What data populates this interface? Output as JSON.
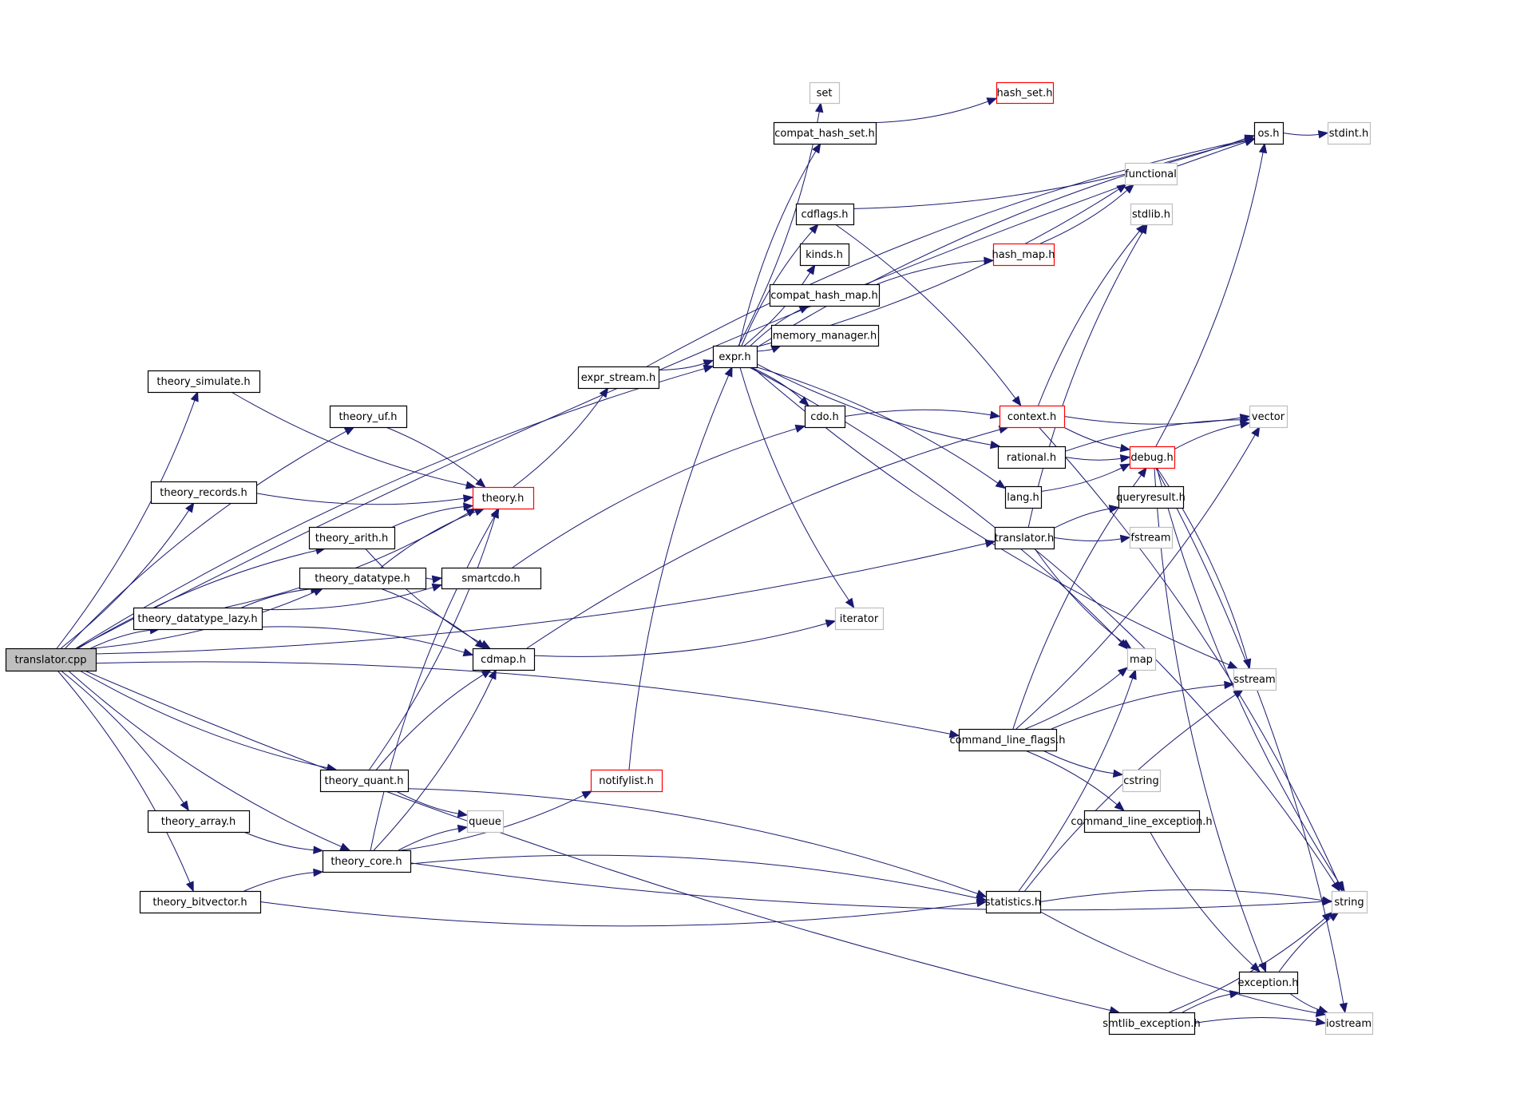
{
  "diagram": {
    "type": "include-dependency-graph",
    "root": "translator.cpp",
    "colors": {
      "edge": "#191970",
      "root_fill": "#bfbfbf",
      "root_border": "#000000",
      "documented_border": "#000000",
      "truncated_border": "#ff0000",
      "external_border": "#bfbfbf",
      "background": "#ffffff"
    },
    "nodes": [
      {
        "id": "translator_cpp",
        "label": "translator.cpp",
        "kind": "root"
      },
      {
        "id": "theory_simulate",
        "label": "theory_simulate.h",
        "kind": "documented"
      },
      {
        "id": "theory_uf",
        "label": "theory_uf.h",
        "kind": "documented"
      },
      {
        "id": "theory_records",
        "label": "theory_records.h",
        "kind": "documented"
      },
      {
        "id": "theory",
        "label": "theory.h",
        "kind": "truncated"
      },
      {
        "id": "theory_arith",
        "label": "theory_arith.h",
        "kind": "documented"
      },
      {
        "id": "theory_datatype",
        "label": "theory_datatype.h",
        "kind": "documented"
      },
      {
        "id": "smartcdo",
        "label": "smartcdo.h",
        "kind": "documented"
      },
      {
        "id": "theory_datatype_lazy",
        "label": "theory_datatype_lazy.h",
        "kind": "documented"
      },
      {
        "id": "cdmap",
        "label": "cdmap.h",
        "kind": "documented"
      },
      {
        "id": "theory_quant",
        "label": "theory_quant.h",
        "kind": "documented"
      },
      {
        "id": "theory_array",
        "label": "theory_array.h",
        "kind": "documented"
      },
      {
        "id": "theory_core",
        "label": "theory_core.h",
        "kind": "documented"
      },
      {
        "id": "queue",
        "label": "queue",
        "kind": "external"
      },
      {
        "id": "theory_bitvector",
        "label": "theory_bitvector.h",
        "kind": "documented"
      },
      {
        "id": "notifylist",
        "label": "notifylist.h",
        "kind": "truncated"
      },
      {
        "id": "expr_stream",
        "label": "expr_stream.h",
        "kind": "documented"
      },
      {
        "id": "expr",
        "label": "expr.h",
        "kind": "documented"
      },
      {
        "id": "set",
        "label": "set",
        "kind": "external"
      },
      {
        "id": "compat_hash_set",
        "label": "compat_hash_set.h",
        "kind": "documented"
      },
      {
        "id": "hash_set",
        "label": "hash_set.h",
        "kind": "truncated"
      },
      {
        "id": "cdflags",
        "label": "cdflags.h",
        "kind": "documented"
      },
      {
        "id": "kinds",
        "label": "kinds.h",
        "kind": "documented"
      },
      {
        "id": "compat_hash_map",
        "label": "compat_hash_map.h",
        "kind": "documented"
      },
      {
        "id": "memory_manager",
        "label": "memory_manager.h",
        "kind": "documented"
      },
      {
        "id": "hash_map",
        "label": "hash_map.h",
        "kind": "truncated"
      },
      {
        "id": "cdo",
        "label": "cdo.h",
        "kind": "documented"
      },
      {
        "id": "context",
        "label": "context.h",
        "kind": "truncated"
      },
      {
        "id": "rational",
        "label": "rational.h",
        "kind": "documented"
      },
      {
        "id": "lang",
        "label": "lang.h",
        "kind": "documented"
      },
      {
        "id": "translator_h",
        "label": "translator.h",
        "kind": "documented"
      },
      {
        "id": "debug",
        "label": "debug.h",
        "kind": "truncated"
      },
      {
        "id": "queryresult",
        "label": "queryresult.h",
        "kind": "documented"
      },
      {
        "id": "fstream",
        "label": "fstream",
        "kind": "external"
      },
      {
        "id": "functional",
        "label": "functional",
        "kind": "external"
      },
      {
        "id": "stdlib",
        "label": "stdlib.h",
        "kind": "external"
      },
      {
        "id": "os",
        "label": "os.h",
        "kind": "documented"
      },
      {
        "id": "stdint",
        "label": "stdint.h",
        "kind": "external"
      },
      {
        "id": "vector",
        "label": "vector",
        "kind": "external"
      },
      {
        "id": "iterator",
        "label": "iterator",
        "kind": "external"
      },
      {
        "id": "map",
        "label": "map",
        "kind": "external"
      },
      {
        "id": "sstream",
        "label": "sstream",
        "kind": "external"
      },
      {
        "id": "command_line_flags",
        "label": "command_line_flags.h",
        "kind": "documented"
      },
      {
        "id": "cstring",
        "label": "cstring",
        "kind": "external"
      },
      {
        "id": "command_line_exception",
        "label": "command_line_exception.h",
        "kind": "documented"
      },
      {
        "id": "statistics",
        "label": "statistics.h",
        "kind": "documented"
      },
      {
        "id": "string",
        "label": "string",
        "kind": "external"
      },
      {
        "id": "exception",
        "label": "exception.h",
        "kind": "documented"
      },
      {
        "id": "smtlib_exception",
        "label": "smtlib_exception.h",
        "kind": "documented"
      },
      {
        "id": "iostream",
        "label": "iostream",
        "kind": "external"
      }
    ],
    "edges": [
      [
        "translator_cpp",
        "expr"
      ],
      [
        "translator_cpp",
        "theory_simulate"
      ],
      [
        "translator_cpp",
        "theory_uf"
      ],
      [
        "translator_cpp",
        "theory_records"
      ],
      [
        "translator_cpp",
        "theory_arith"
      ],
      [
        "translator_cpp",
        "theory_datatype"
      ],
      [
        "translator_cpp",
        "theory_datatype_lazy"
      ],
      [
        "translator_cpp",
        "theory_quant"
      ],
      [
        "translator_cpp",
        "theory_array"
      ],
      [
        "translator_cpp",
        "theory_core"
      ],
      [
        "translator_cpp",
        "theory_bitvector"
      ],
      [
        "translator_cpp",
        "translator_h"
      ],
      [
        "translator_cpp",
        "command_line_flags"
      ],
      [
        "translator_cpp",
        "smtlib_exception"
      ],
      [
        "translator_cpp",
        "os"
      ],
      [
        "theory_simulate",
        "theory"
      ],
      [
        "theory_uf",
        "theory"
      ],
      [
        "theory_records",
        "theory"
      ],
      [
        "theory_arith",
        "theory"
      ],
      [
        "theory_arith",
        "cdmap"
      ],
      [
        "theory_datatype",
        "theory"
      ],
      [
        "theory_datatype",
        "smartcdo"
      ],
      [
        "theory_datatype",
        "cdmap"
      ],
      [
        "theory_datatype_lazy",
        "theory"
      ],
      [
        "theory_datatype_lazy",
        "theory_datatype"
      ],
      [
        "theory_datatype_lazy",
        "smartcdo"
      ],
      [
        "theory_datatype_lazy",
        "cdmap"
      ],
      [
        "theory",
        "expr_stream"
      ],
      [
        "smartcdo",
        "cdo"
      ],
      [
        "cdmap",
        "iterator"
      ],
      [
        "cdmap",
        "context"
      ],
      [
        "theory_quant",
        "theory"
      ],
      [
        "theory_quant",
        "cdmap"
      ],
      [
        "theory_quant",
        "queue"
      ],
      [
        "theory_quant",
        "statistics"
      ],
      [
        "theory_array",
        "theory_core"
      ],
      [
        "theory_bitvector",
        "theory_core"
      ],
      [
        "theory_bitvector",
        "statistics"
      ],
      [
        "theory_core",
        "theory"
      ],
      [
        "theory_core",
        "cdmap"
      ],
      [
        "theory_core",
        "queue"
      ],
      [
        "theory_core",
        "notifylist"
      ],
      [
        "theory_core",
        "statistics"
      ],
      [
        "theory_core",
        "string"
      ],
      [
        "notifylist",
        "expr"
      ],
      [
        "expr_stream",
        "expr"
      ],
      [
        "expr_stream",
        "os"
      ],
      [
        "expr",
        "set"
      ],
      [
        "expr",
        "compat_hash_set"
      ],
      [
        "expr",
        "functional"
      ],
      [
        "expr",
        "cdflags"
      ],
      [
        "expr",
        "kinds"
      ],
      [
        "expr",
        "compat_hash_map"
      ],
      [
        "expr",
        "memory_manager"
      ],
      [
        "expr",
        "cdo"
      ],
      [
        "expr",
        "rational"
      ],
      [
        "expr",
        "lang"
      ],
      [
        "expr",
        "iterator"
      ],
      [
        "expr",
        "map"
      ],
      [
        "expr",
        "sstream"
      ],
      [
        "expr",
        "os"
      ],
      [
        "compat_hash_set",
        "hash_set"
      ],
      [
        "compat_hash_map",
        "hash_map"
      ],
      [
        "hash_map",
        "functional"
      ],
      [
        "cdflags",
        "context"
      ],
      [
        "cdflags",
        "os"
      ],
      [
        "cdo",
        "context"
      ],
      [
        "context",
        "debug"
      ],
      [
        "context",
        "stdlib"
      ],
      [
        "context",
        "vector"
      ],
      [
        "context",
        "string"
      ],
      [
        "rational",
        "debug"
      ],
      [
        "rational",
        "vector"
      ],
      [
        "lang",
        "debug"
      ],
      [
        "translator_h",
        "queryresult"
      ],
      [
        "translator_h",
        "fstream"
      ],
      [
        "translator_h",
        "stdlib"
      ],
      [
        "translator_h",
        "map"
      ],
      [
        "translator_h",
        "string"
      ],
      [
        "debug",
        "os"
      ],
      [
        "debug",
        "vector"
      ],
      [
        "debug",
        "string"
      ],
      [
        "debug",
        "sstream"
      ],
      [
        "debug",
        "exception"
      ],
      [
        "debug",
        "iostream"
      ],
      [
        "command_line_flags",
        "map"
      ],
      [
        "command_line_flags",
        "sstream"
      ],
      [
        "command_line_flags",
        "cstring"
      ],
      [
        "command_line_flags",
        "command_line_exception"
      ],
      [
        "command_line_flags",
        "vector"
      ],
      [
        "command_line_flags",
        "debug"
      ],
      [
        "command_line_exception",
        "exception"
      ],
      [
        "statistics",
        "string"
      ],
      [
        "statistics",
        "map"
      ],
      [
        "statistics",
        "sstream"
      ],
      [
        "statistics",
        "iostream"
      ],
      [
        "exception",
        "string"
      ],
      [
        "exception",
        "iostream"
      ],
      [
        "smtlib_exception",
        "exception"
      ],
      [
        "smtlib_exception",
        "string"
      ],
      [
        "smtlib_exception",
        "iostream"
      ],
      [
        "os",
        "stdint"
      ]
    ]
  }
}
